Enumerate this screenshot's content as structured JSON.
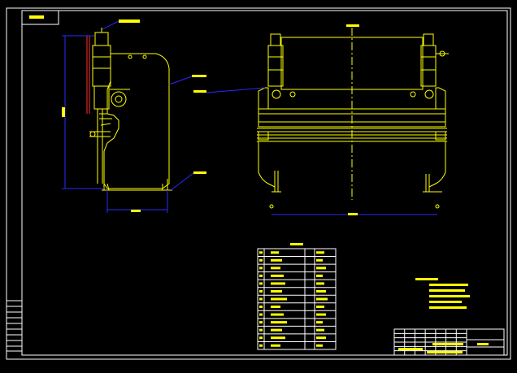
{
  "colors": {
    "background": "#000000",
    "line": "#ffff00",
    "border": "#ffffff",
    "leader": "#2a2aff",
    "dimension": "#2a2aff"
  },
  "drawing_type": "press brake general assembly (CAD, two orthographic views)",
  "views": [
    "side-view",
    "front-view"
  ],
  "parts_table": {
    "rows": 13,
    "columns": 4
  },
  "technical_requirements": {
    "lines": 5
  },
  "title_block": {
    "rows": 6,
    "columns": 7
  }
}
